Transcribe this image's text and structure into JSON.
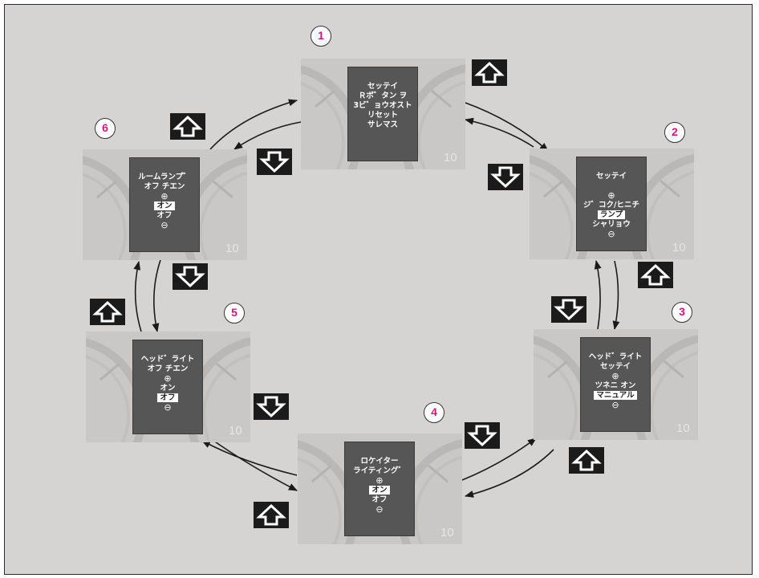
{
  "steps": [
    {
      "number": "1",
      "lines": [
        "セッテイ",
        "Ｒボ゛タン ヲ",
        "3ビ゛ョウオスト",
        "リセット",
        "サレマス"
      ],
      "selected": -1
    },
    {
      "number": "2",
      "lines": [
        "セッテイ",
        "",
        "⊕",
        "ジ゛コク/ヒニチ",
        "ランプ",
        "シャリョウ",
        "⊖"
      ],
      "selected": 4
    },
    {
      "number": "3",
      "lines": [
        "ヘッド゛ライト",
        "セッテイ",
        "⊕",
        "ツネニ オン",
        "マニュアル",
        "⊖"
      ],
      "selected": 4
    },
    {
      "number": "4",
      "lines": [
        "ロケイター",
        "ライティング゛",
        "⊕",
        "オン",
        "オフ",
        "⊖"
      ],
      "selected": 3
    },
    {
      "number": "5",
      "lines": [
        "ヘッド゛ライト",
        "オフ チエン",
        "⊕",
        "オン",
        "オフ",
        "⊖"
      ],
      "selected": 4
    },
    {
      "number": "6",
      "lines": [
        "ルームランプ゛",
        "オフ チエン",
        "⊕",
        "オン",
        "オフ",
        "⊖"
      ],
      "selected": 3
    }
  ],
  "buttons": [
    {
      "name": "up-button-1",
      "icon": "arrow-up-icon"
    },
    {
      "name": "down-button-1-2",
      "icon": "arrow-down-icon"
    },
    {
      "name": "up-button-2-3",
      "icon": "arrow-up-icon"
    },
    {
      "name": "down-button-2-3",
      "icon": "arrow-down-icon"
    },
    {
      "name": "down-button-3-4",
      "icon": "arrow-down-icon"
    },
    {
      "name": "up-button-3-4",
      "icon": "arrow-up-icon"
    },
    {
      "name": "down-button-4-5",
      "icon": "arrow-down-icon"
    },
    {
      "name": "up-button-4-5",
      "icon": "arrow-up-icon"
    },
    {
      "name": "up-button-5-6",
      "icon": "arrow-up-icon"
    },
    {
      "name": "down-button-5-6",
      "icon": "arrow-down-icon"
    },
    {
      "name": "up-button-6",
      "icon": "arrow-up-icon"
    },
    {
      "name": "down-button-6-1",
      "icon": "arrow-down-icon"
    }
  ],
  "colors": {
    "background": "#d5d4d3",
    "badge_number": "#d6157b",
    "panel": "#575656",
    "button": "#1b1b1b"
  }
}
